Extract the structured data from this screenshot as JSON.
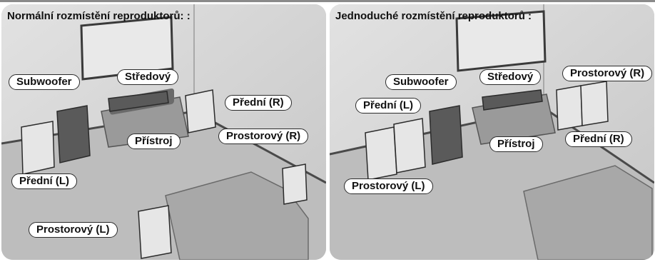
{
  "panels": [
    {
      "title": "Normální rozmístění reproduktorů: :",
      "labels": {
        "subwoofer": "Subwoofer",
        "center": "Středový",
        "front_r": "Přední (R)",
        "surround_r": "Prostorový (R)",
        "device": "Přístroj",
        "front_l": "Přední (L)",
        "surround_l": "Prostorový (L)"
      }
    },
    {
      "title": "Jednoduché rozmístění reproduktorů :",
      "labels": {
        "subwoofer": "Subwoofer",
        "center": "Středový",
        "surround_r": "Prostorový (R)",
        "front_l": "Přední (L)",
        "device": "Přístroj",
        "front_r": "Přední (R)",
        "surround_l": "Prostorový (L)"
      }
    }
  ],
  "colors": {
    "wall": "#d6d6d6",
    "floor": "#b9b9b9",
    "speaker_light": "#e6e6e6",
    "speaker_dark": "#5a5a5a",
    "outline": "#2b2b2b"
  }
}
